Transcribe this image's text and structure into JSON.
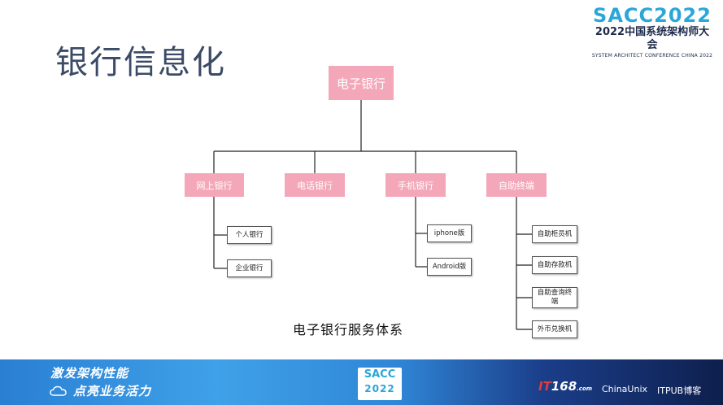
{
  "slide": {
    "title": "银行信息化",
    "caption": "电子银行服务体系"
  },
  "logo": {
    "main": "SACC2022",
    "sub": "2022中国系统架构师大会",
    "en": "SYSTEM ARCHITECT CONFERENCE CHINA 2022"
  },
  "diagram": {
    "root": "电子银行",
    "branches": [
      {
        "label": "网上银行",
        "children": [
          "个人银行",
          "企业银行"
        ]
      },
      {
        "label": "电话银行",
        "children": []
      },
      {
        "label": "手机银行",
        "children": [
          "iphone版",
          "Android版"
        ]
      },
      {
        "label": "自助终端",
        "children": [
          "自助柜员机",
          "自助存款机",
          "自助查询终端",
          "外币兑换机"
        ]
      }
    ]
  },
  "footer": {
    "slogan_line1": "激发架构性能",
    "slogan_line2": "点亮业务活力",
    "badge_line1": "SACC",
    "badge_line2": "2022",
    "it168_prefix": "IT",
    "it168_num": "168",
    "it168_suffix": ".com",
    "chinaunix": "ChinaUnix",
    "itpub": "ITPUB博客"
  },
  "colors": {
    "node_fill": "#f4a7b9",
    "title_color": "#3b4a66",
    "accent": "#2aa7d8"
  }
}
